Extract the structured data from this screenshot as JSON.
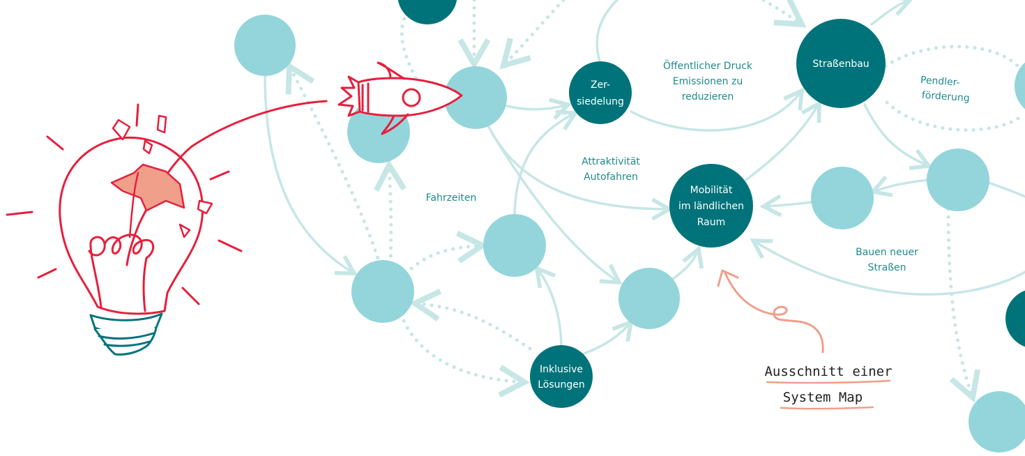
{
  "colors": {
    "dark_node": "#00737a",
    "light_node": "#93d5da",
    "edge": "#c7e6e6",
    "edge_dotted": "#c7e6e6",
    "label": "#1f8a8c",
    "sketch_red": "#e51f3c",
    "sketch_salmon": "#ef9f8a",
    "bulb_base": "#00737a",
    "annotation_arrow": "#ef9f8a"
  },
  "nodes": {
    "zersiedelung": [
      "Zer-",
      "siedelung"
    ],
    "strassenbau": [
      "Straßenbau"
    ],
    "mobilitaet": [
      "Mobilität",
      "im ländlichen",
      "Raum"
    ],
    "inklusive": [
      "Inklusive",
      "Lösungen"
    ]
  },
  "edge_labels": {
    "oeffentlicher_druck": [
      "Öffentlicher Druck",
      "Emissionen zu",
      "reduzieren"
    ],
    "pendlerfoerderung": [
      "Pendler-",
      "förderung"
    ],
    "attraktivitaet": [
      "Attraktivität",
      "Autofahren"
    ],
    "fahrzeiten": [
      "Fahrzeiten"
    ],
    "bauen_neuer_strassen": [
      "Bauen neuer",
      "Straßen"
    ]
  },
  "annotation": {
    "line1": "Ausschnitt einer",
    "line2": "System Map"
  },
  "icons": {
    "light_bulb": "light-bulb-sketch-icon",
    "rocket": "rocket-sketch-icon"
  }
}
